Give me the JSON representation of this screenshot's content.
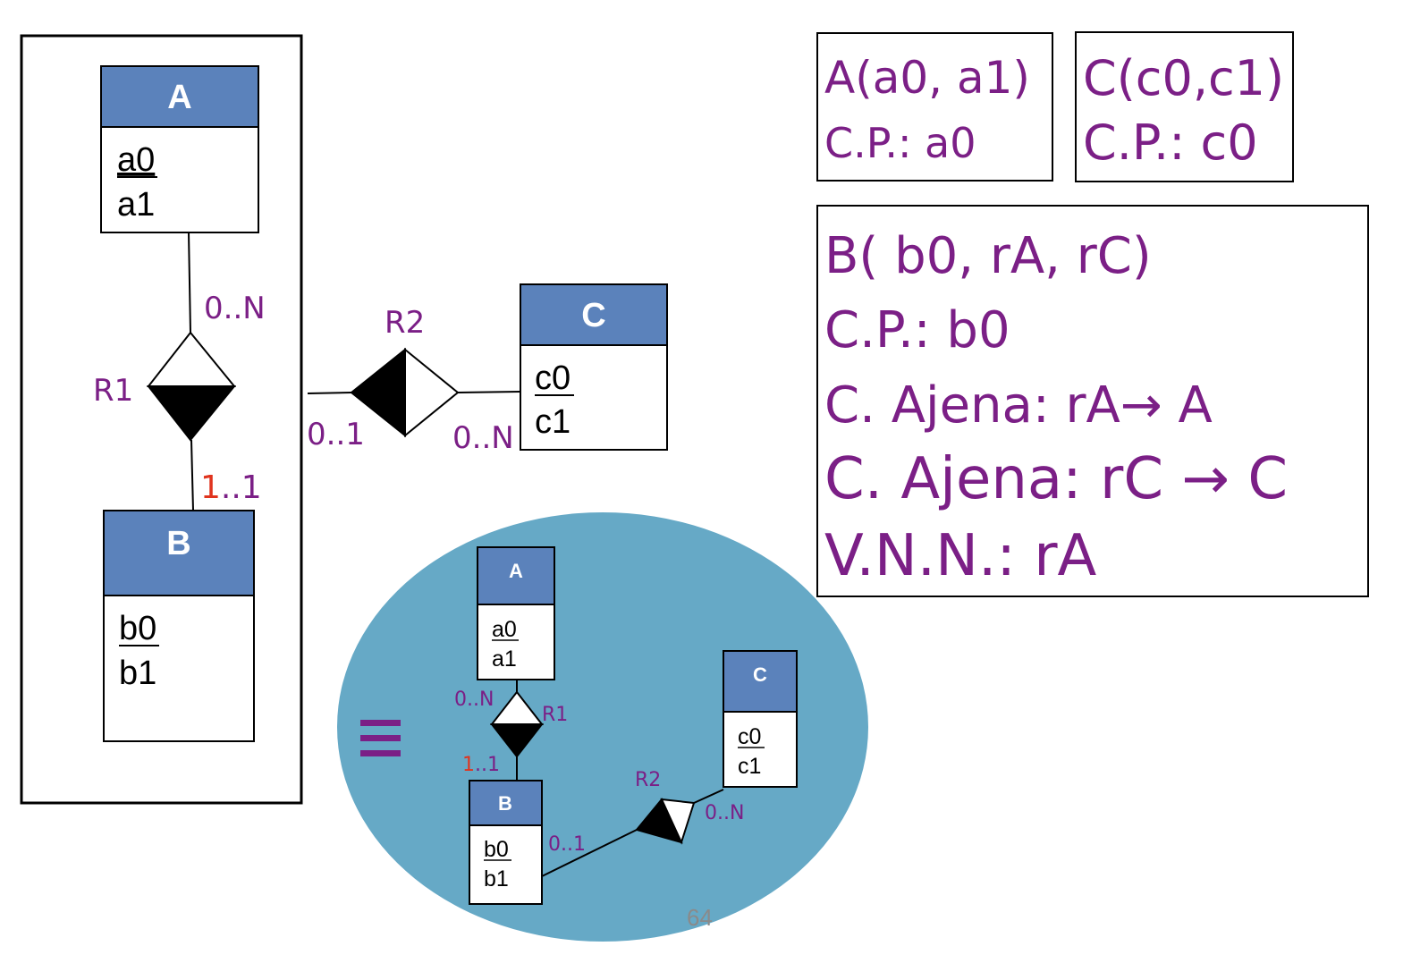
{
  "colors": {
    "entity_header": "#5b82bb",
    "purple": "#7b1f86",
    "red": "#e0341e",
    "ellipse": "#66a9c6"
  },
  "main_diagram": {
    "entity_a": {
      "title": "A",
      "attr_pk": "a0",
      "attr": "a1"
    },
    "entity_b": {
      "title": "B",
      "attr_pk": "b0",
      "attr": "b1"
    },
    "entity_c": {
      "title": "C",
      "attr_pk": "c0",
      "attr": "c1"
    },
    "r1": {
      "label": "R1",
      "card_a": "0..N",
      "card_b_red": "1",
      "card_b_rest": "..1"
    },
    "r2": {
      "label": "R2",
      "card_b": "0..1",
      "card_c": "0..N"
    }
  },
  "equivalent_diagram": {
    "equiv_symbol": "≡",
    "entity_a": {
      "title": "A",
      "attr_pk": "a0",
      "attr": "a1"
    },
    "entity_b": {
      "title": "B",
      "attr_pk": "b0",
      "attr": "b1"
    },
    "entity_c": {
      "title": "C",
      "attr_pk": "c0",
      "attr": "c1"
    },
    "r1": {
      "label": "R1",
      "card_a": "0..N",
      "card_b_red": "1",
      "card_b_rest": "..1"
    },
    "r2": {
      "label": "R2",
      "card_b": "0..1",
      "card_c": "0..N"
    },
    "page_number": "64"
  },
  "schema": {
    "box_a": {
      "line1": "A(a0, a1)",
      "line2": "C.P.: a0"
    },
    "box_c": {
      "line1": "C(c0,c1)",
      "line2": "C.P.: c0"
    },
    "box_b": {
      "line1": "B( b0, rA, rC)",
      "line2": "C.P.: b0",
      "line3": "C. Ajena: rA→ A",
      "line4": "C. Ajena: rC → C",
      "line5": "V.N.N.: rA"
    }
  }
}
